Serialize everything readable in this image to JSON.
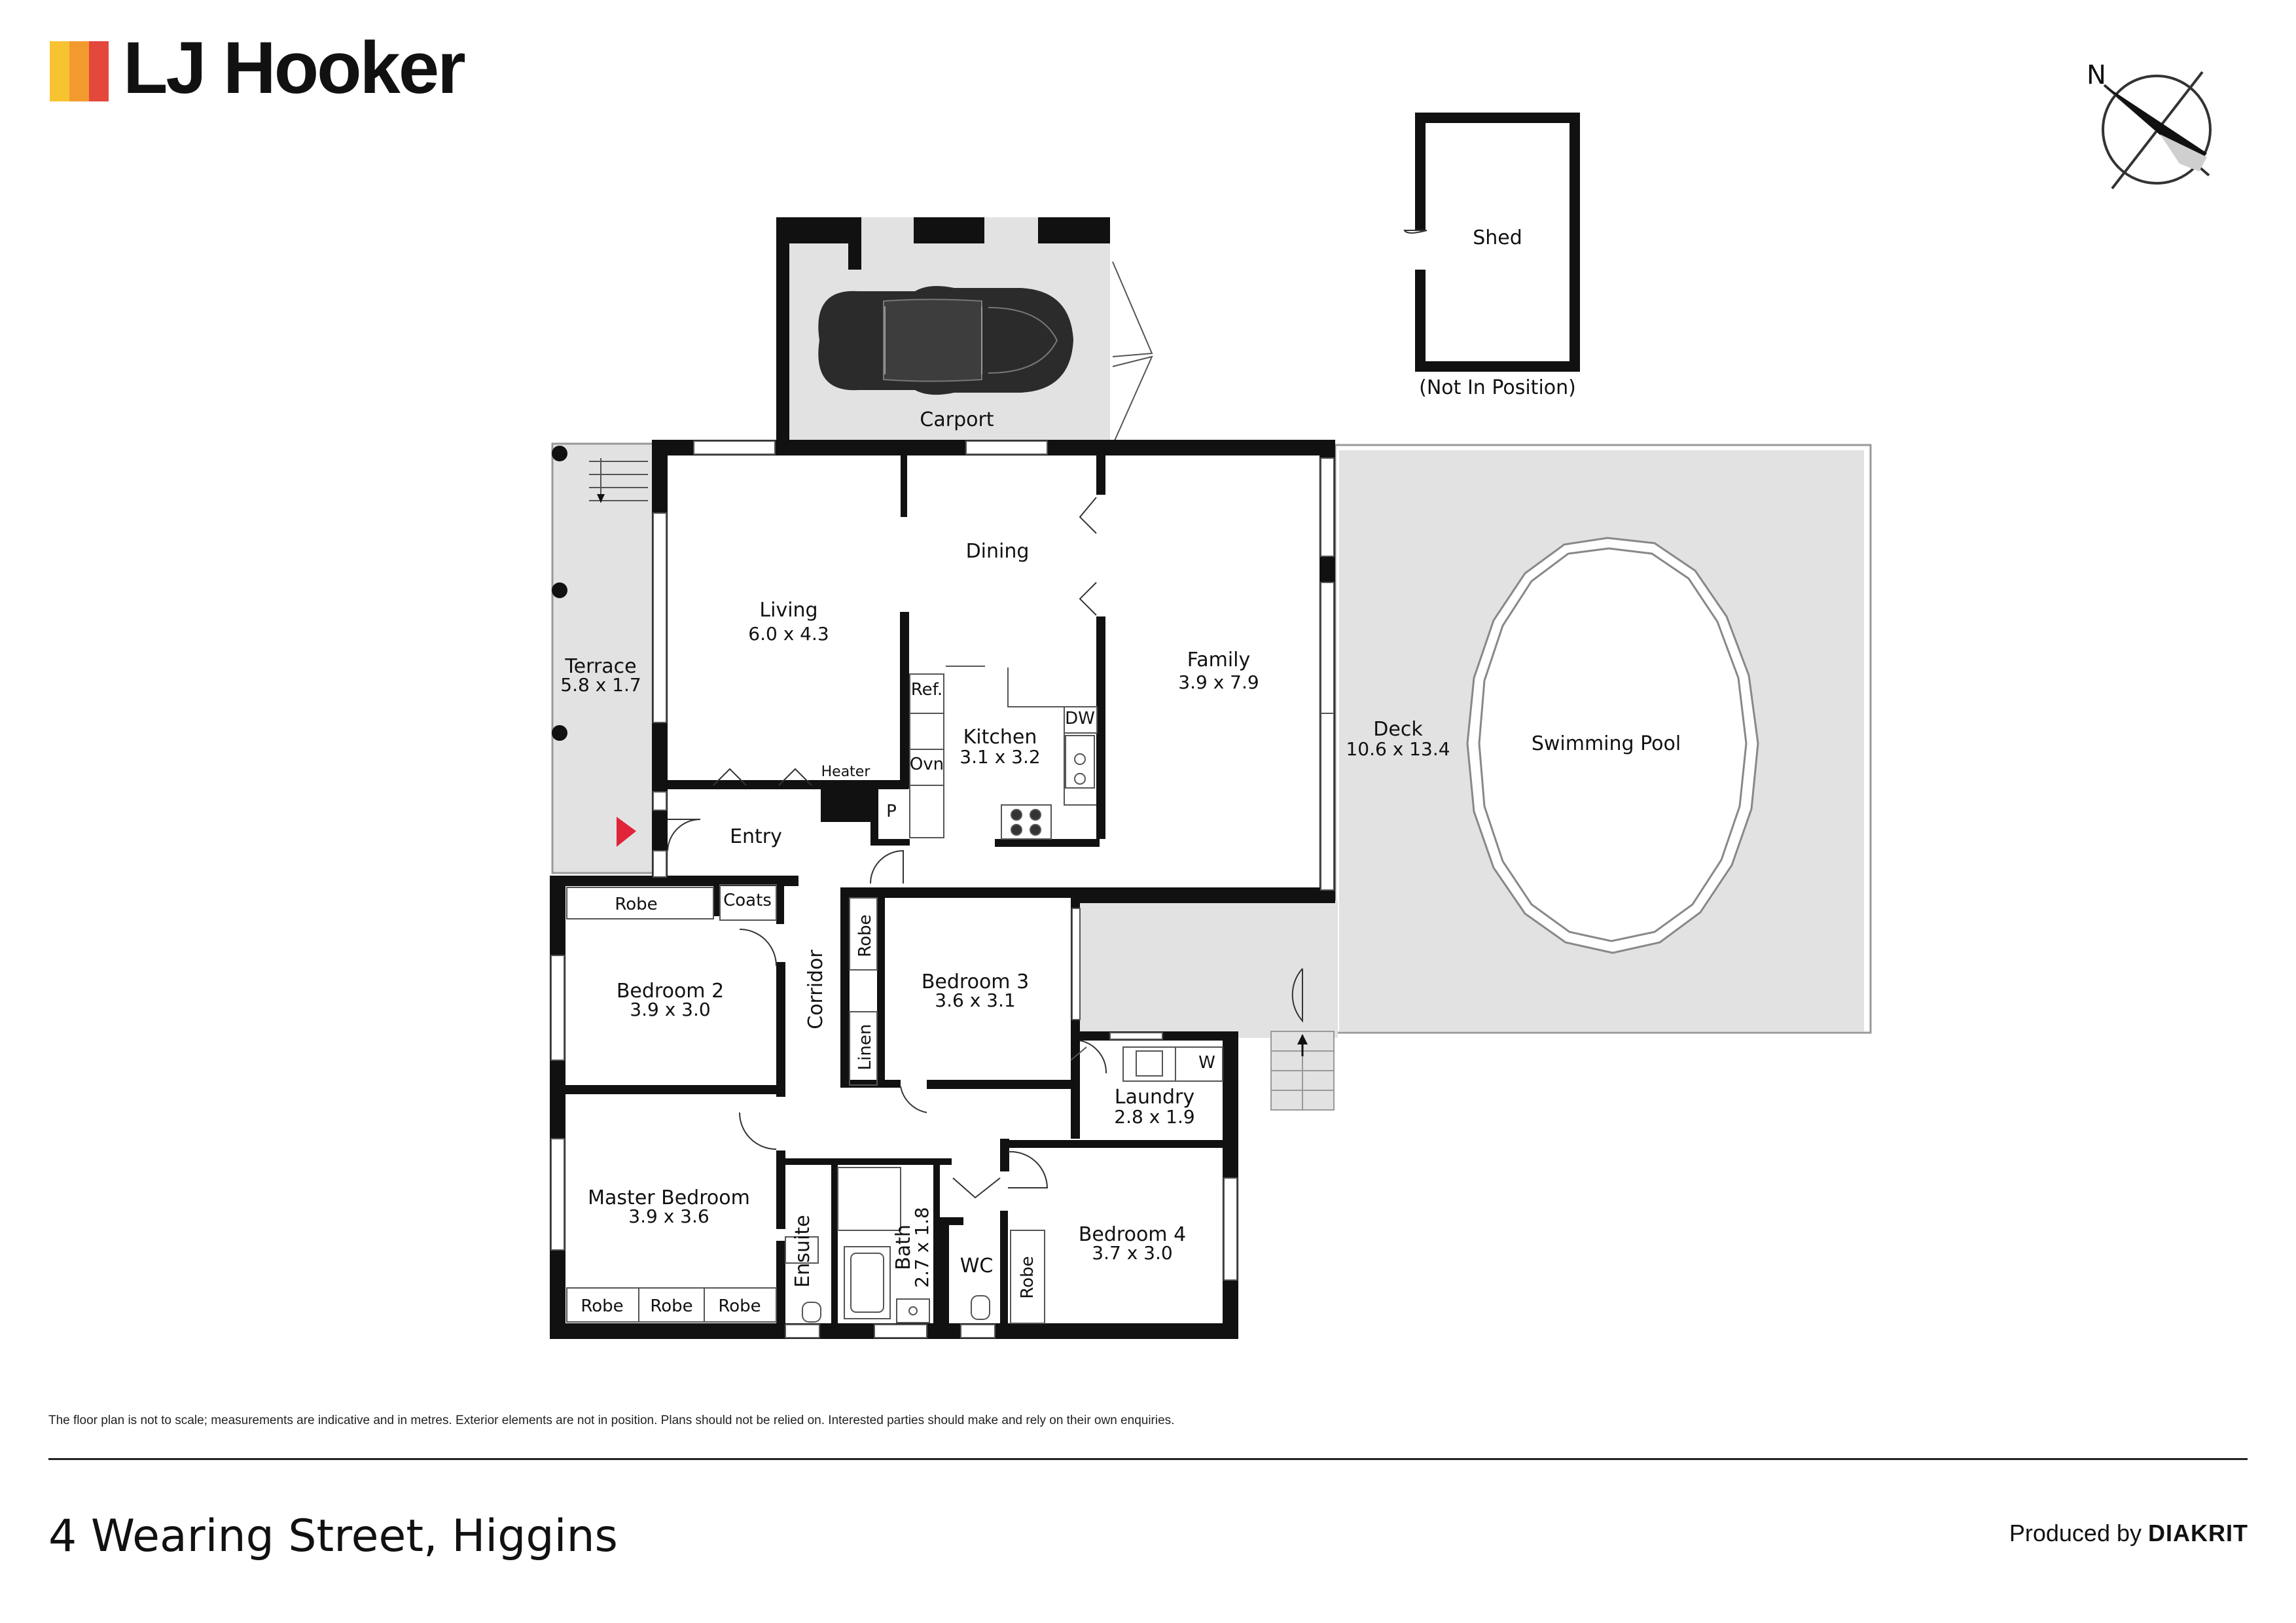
{
  "brand": {
    "name": "LJ Hooker",
    "bar_colors": [
      "#F7C331",
      "#F39A2E",
      "#E4473B"
    ]
  },
  "compass": {
    "label": "N"
  },
  "rooms": {
    "carport": {
      "name": "Carport"
    },
    "shed": {
      "name": "Shed",
      "note": "(Not In Position)"
    },
    "terrace": {
      "name": "Terrace",
      "dims": "5.8 x 1.7"
    },
    "living": {
      "name": "Living",
      "dims": "6.0 x 4.3"
    },
    "dining": {
      "name": "Dining"
    },
    "family": {
      "name": "Family",
      "dims": "3.9 x 7.9"
    },
    "kitchen": {
      "name": "Kitchen",
      "dims": "3.1 x 3.2"
    },
    "deck": {
      "name": "Deck",
      "dims": "10.6 x 13.4"
    },
    "pool": {
      "name": "Swimming Pool"
    },
    "entry": {
      "name": "Entry"
    },
    "bedroom2": {
      "name": "Bedroom 2",
      "dims": "3.9 x 3.0"
    },
    "bedroom3": {
      "name": "Bedroom 3",
      "dims": "3.6 x 3.1"
    },
    "bedroom4": {
      "name": "Bedroom 4",
      "dims": "3.7 x 3.0"
    },
    "master": {
      "name": "Master Bedroom",
      "dims": "3.9 x 3.6"
    },
    "laundry": {
      "name": "Laundry",
      "dims": "2.8 x 1.9"
    },
    "corridor": {
      "name": "Corridor"
    },
    "ensuite": {
      "name": "Ensuite"
    },
    "bath": {
      "name": "Bath",
      "dims": "2.7 x 1.8"
    },
    "wc": {
      "name": "WC"
    }
  },
  "fixtures": {
    "robe": "Robe",
    "coats": "Coats",
    "linen": "Linen",
    "heater": "Heater",
    "ref": "Ref.",
    "oven": "Ovn",
    "dw": "DW",
    "pantry": "P",
    "washer": "W"
  },
  "footer": {
    "disclaimer": "The floor plan is not to scale; measurements are indicative and in metres. Exterior elements are not in position. Plans should not be relied on. Interested parties should make and rely on their own enquiries.",
    "address": "4 Wearing Street, Higgins",
    "produced_prefix": "Produced by ",
    "produced_brand": "DIAKRIT"
  },
  "colors": {
    "wall": "#111111",
    "outdoor": "#E2E2E2",
    "entry_marker": "#E0243A"
  }
}
